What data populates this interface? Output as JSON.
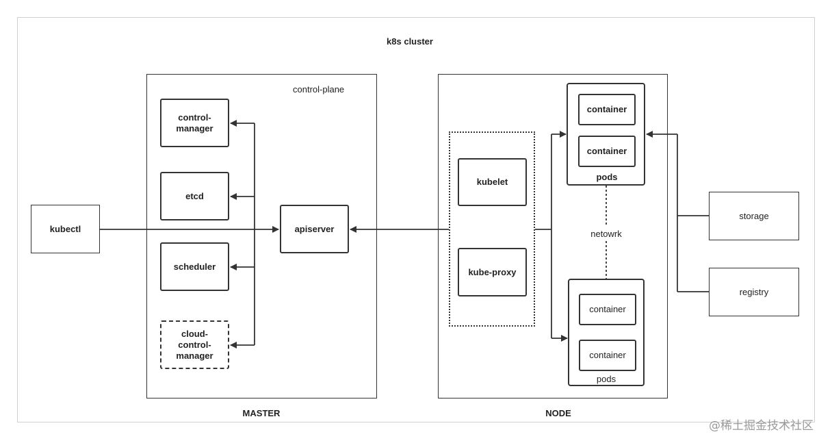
{
  "cluster": {
    "title": "k8s cluster"
  },
  "master": {
    "label": "MASTER",
    "plane_label": "control-plane",
    "components": {
      "control_manager": "control-\nmanager",
      "etcd": "etcd",
      "scheduler": "scheduler",
      "cloud_control_manager": "cloud-\ncontrol-\nmanager",
      "apiserver": "apiserver"
    }
  },
  "kubectl": "kubectl",
  "node": {
    "label": "NODE",
    "kubelet": "kubelet",
    "kube_proxy": "kube-proxy",
    "network_label": "netowrk",
    "pods_top": {
      "label": "pods",
      "containers": [
        "container",
        "container"
      ]
    },
    "pods_bottom": {
      "label": "pods",
      "containers": [
        "container",
        "container"
      ]
    }
  },
  "external": {
    "storage": "storage",
    "registry": "registry"
  },
  "watermark": "@稀土掘金技术社区",
  "colors": {
    "line": "#333333",
    "outer_border": "#d0d0d0",
    "watermark": "#9a9a9a"
  }
}
